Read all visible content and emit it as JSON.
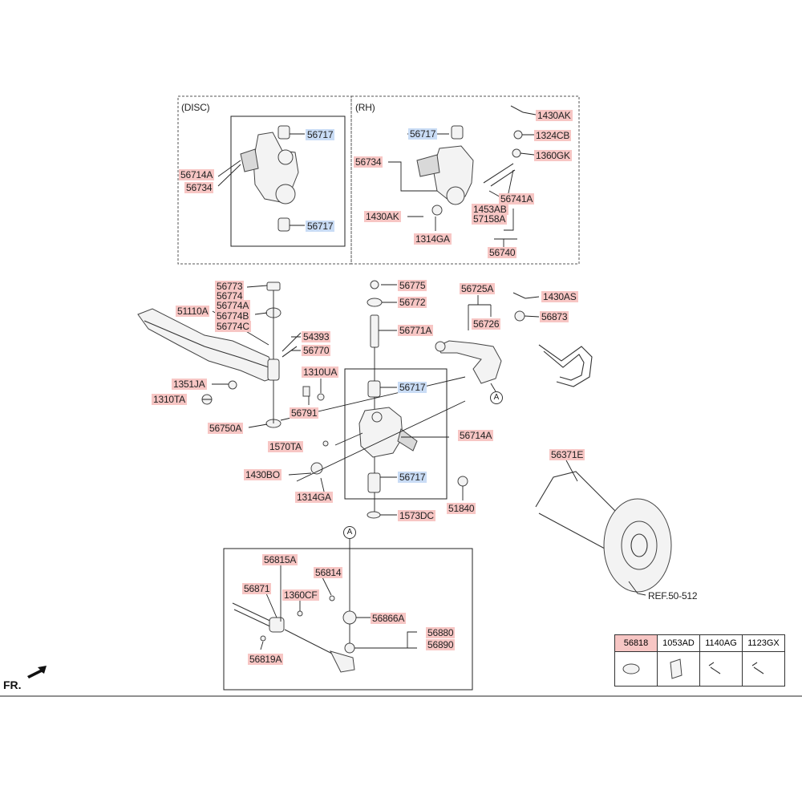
{
  "headings": {
    "disc": "(DISC)",
    "rh": "(RH)"
  },
  "front_marker": "FR.",
  "reference": "REF.50-512",
  "circle_ref": "A",
  "labels": {
    "l56714A_disc": "56714A",
    "l56734_disc": "56734",
    "l56717_disc_top": "56717",
    "l56717_disc_bot": "56717",
    "l56717_rh": "56717",
    "l56734_rh": "56734",
    "l1430AK_top": "1430AK",
    "l1324CB": "1324CB",
    "l1360GK": "1360GK",
    "l56741A": "56741A",
    "l1453AB": "1453AB",
    "l57158A": "57158A",
    "l1430AK_left": "1430AK",
    "l1314GA_top": "1314GA",
    "l56740": "56740",
    "l56773": "56773",
    "l56774": "56774",
    "l56774A": "56774A",
    "l56774B": "56774B",
    "l56774C": "56774C",
    "l51110A": "51110A",
    "l54393": "54393",
    "l56770": "56770",
    "l1351JA": "1351JA",
    "l1310TA": "1310TA",
    "l56750A": "56750A",
    "l56775": "56775",
    "l56772": "56772",
    "l56771A": "56771A",
    "l1310UA": "1310UA",
    "l56791": "56791",
    "l56717_mid_top": "56717",
    "l56714A_mid": "56714A",
    "l1570TA": "1570TA",
    "l1430BO": "1430BO",
    "l1314GA_mid": "1314GA",
    "l56717_mid_bot": "56717",
    "l51840": "51840",
    "l1573DC": "1573DC",
    "l56725A": "56725A",
    "l56726": "56726",
    "l1430AS": "1430AS",
    "l56873": "56873",
    "l56371E": "56371E",
    "l56815A": "56815A",
    "l56814": "56814",
    "l56871": "56871",
    "l1360CF": "1360CF",
    "l56866A": "56866A",
    "l56880": "56880",
    "l56890": "56890",
    "l56819A": "56819A"
  },
  "legend": {
    "headers": [
      "56818",
      "1053AD",
      "1140AG",
      "1123GX"
    ]
  },
  "colors": {
    "part_label": "#f7c6c4",
    "sub_part_label": "#c9dcf5"
  }
}
